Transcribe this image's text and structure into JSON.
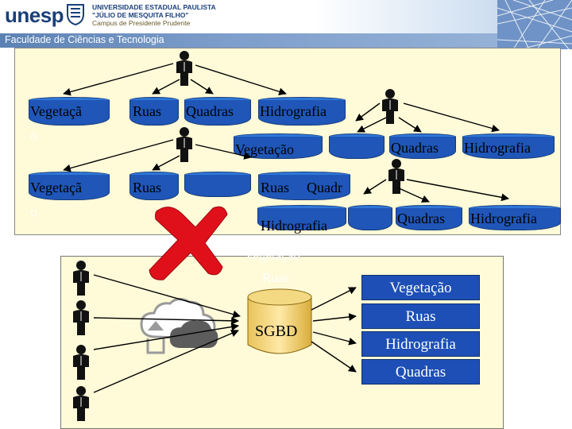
{
  "header": {
    "logo": "unesp",
    "university_line1": "UNIVERSIDADE ESTADUAL PAULISTA",
    "university_line2": "\"JÚLIO DE MESQUITA FILHO\"",
    "campus": "Campus de Presidente Prudente",
    "faculty": "Faculdade de Ciências e Tecnologia"
  },
  "top_diagram": {
    "row1": [
      "Vegetaçã",
      "Ruas",
      "Quadras",
      "Hidrografia"
    ],
    "row1_overflow": "o",
    "row2_mid": "Vegetação",
    "row2_right": [
      "Quadras",
      "Hidrografia"
    ],
    "row3": [
      "Vegetaçã",
      "Ruas"
    ],
    "row3_overflow": "o",
    "row3_mid": "Ruas",
    "row3_mid2": "Quadr",
    "row4_mid": "Hidrografia",
    "row4_right": [
      "Quadras",
      "Hidrografia"
    ],
    "ghost_text": [
      "Vegetação",
      "Ruas"
    ]
  },
  "bottom_diagram": {
    "db_label": "SGBD",
    "layers": [
      "Vegetação",
      "Ruas",
      "Hidrografia",
      "Quadras"
    ]
  },
  "colors": {
    "panel_background": "#fffad8",
    "db_blue": "#1f56b8",
    "cross_red": "#e0101a"
  }
}
